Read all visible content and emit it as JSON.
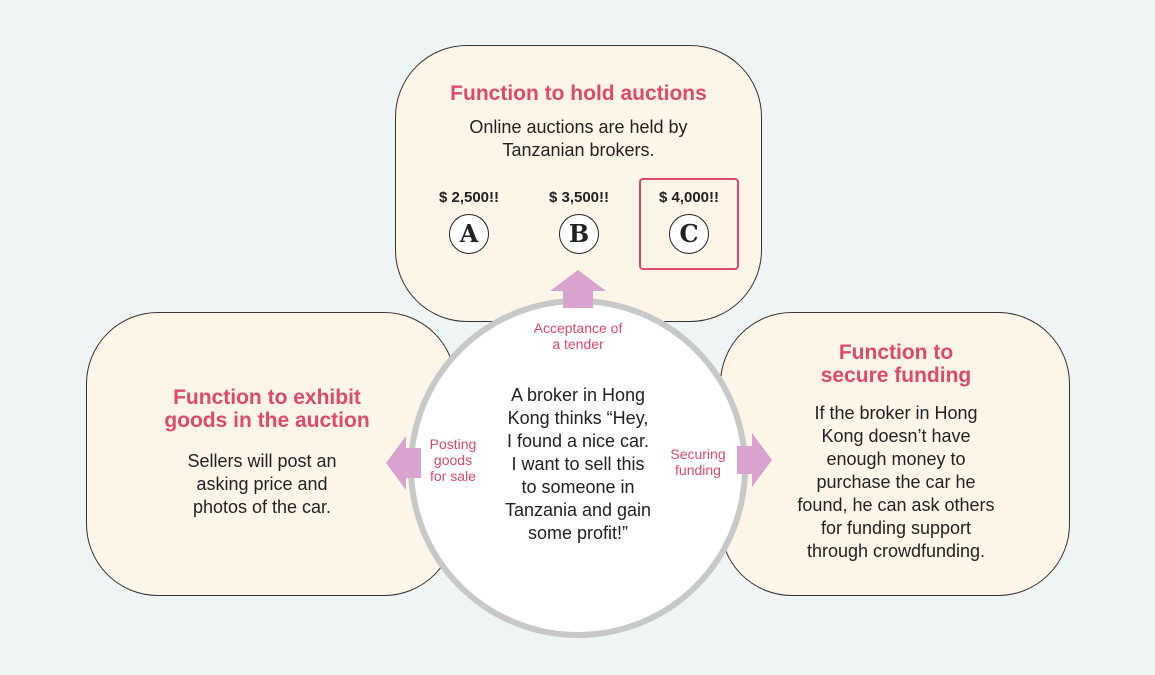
{
  "top_box": {
    "title": "Function to hold auctions",
    "body": "Online auctions are held by\nTanzanian brokers.",
    "bids": [
      {
        "price": "$ 2,500!!",
        "letter": "A"
      },
      {
        "price": "$ 3,500!!",
        "letter": "B"
      },
      {
        "price": "$ 4,000!!",
        "letter": "C"
      }
    ]
  },
  "left_box": {
    "title": "Function to exhibit\ngoods in the auction",
    "body": "Sellers will post an\nasking price and\nphotos of the car."
  },
  "right_box": {
    "title": "Function to\nsecure funding",
    "body": "If the broker in Hong\nKong doesn’t have\nenough money to\npurchase the car he\nfound, he can ask others\nfor funding support\nthrough crowdfunding."
  },
  "center": {
    "text": "A broker in Hong\nKong thinks “Hey,\nI found a nice car.\nI want to sell this\nto someone in\nTanzania and gain\nsome profit!”"
  },
  "arrows": {
    "top_label": "Acceptance of\na tender",
    "left_label": "Posting\ngoods\nfor sale",
    "right_label": "Securing\nfunding"
  },
  "colors": {
    "accent": "#e04a6a",
    "arrow": "#d9a3cf",
    "box_fill": "#fdf6e8",
    "background": "#eef5f4",
    "circle_border": "#c8c8c8"
  }
}
